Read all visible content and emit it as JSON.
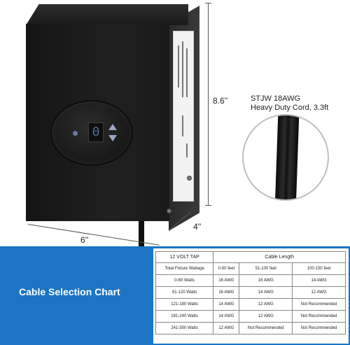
{
  "product": {
    "height_label": "8.6''",
    "width_label": "6''",
    "depth_label": "4''",
    "panel_display": "0"
  },
  "cord": {
    "spec_line1": "STJW 18AWG",
    "spec_line2": "Heavy Duty Cord, 3.3ft"
  },
  "banner": {
    "title": "Cable Selection Chart",
    "color": "#1b74c4"
  },
  "cable_chart": {
    "tap_label": "12 VOLT TAP",
    "length_header": "Cable Length",
    "columns": [
      "Total Fixture Wattage",
      "0-50 feet",
      "51-100 feet",
      "100-150 feet"
    ],
    "rows": [
      [
        "0-60 Watts",
        "16 AWG",
        "16 AWG",
        "14 AWG"
      ],
      [
        "61-120 Watts",
        "16 AWG",
        "14 AWG",
        "12 AWG"
      ],
      [
        "121-180 Watts",
        "14 AWG",
        "12 AWG",
        "Not Recommended"
      ],
      [
        "181-240 Watts",
        "14 AWG",
        "12 AWG",
        "Not Recommended"
      ],
      [
        "241-300 Watts",
        "12 AWG",
        "Not Recommended",
        "Not Recommended"
      ]
    ]
  }
}
